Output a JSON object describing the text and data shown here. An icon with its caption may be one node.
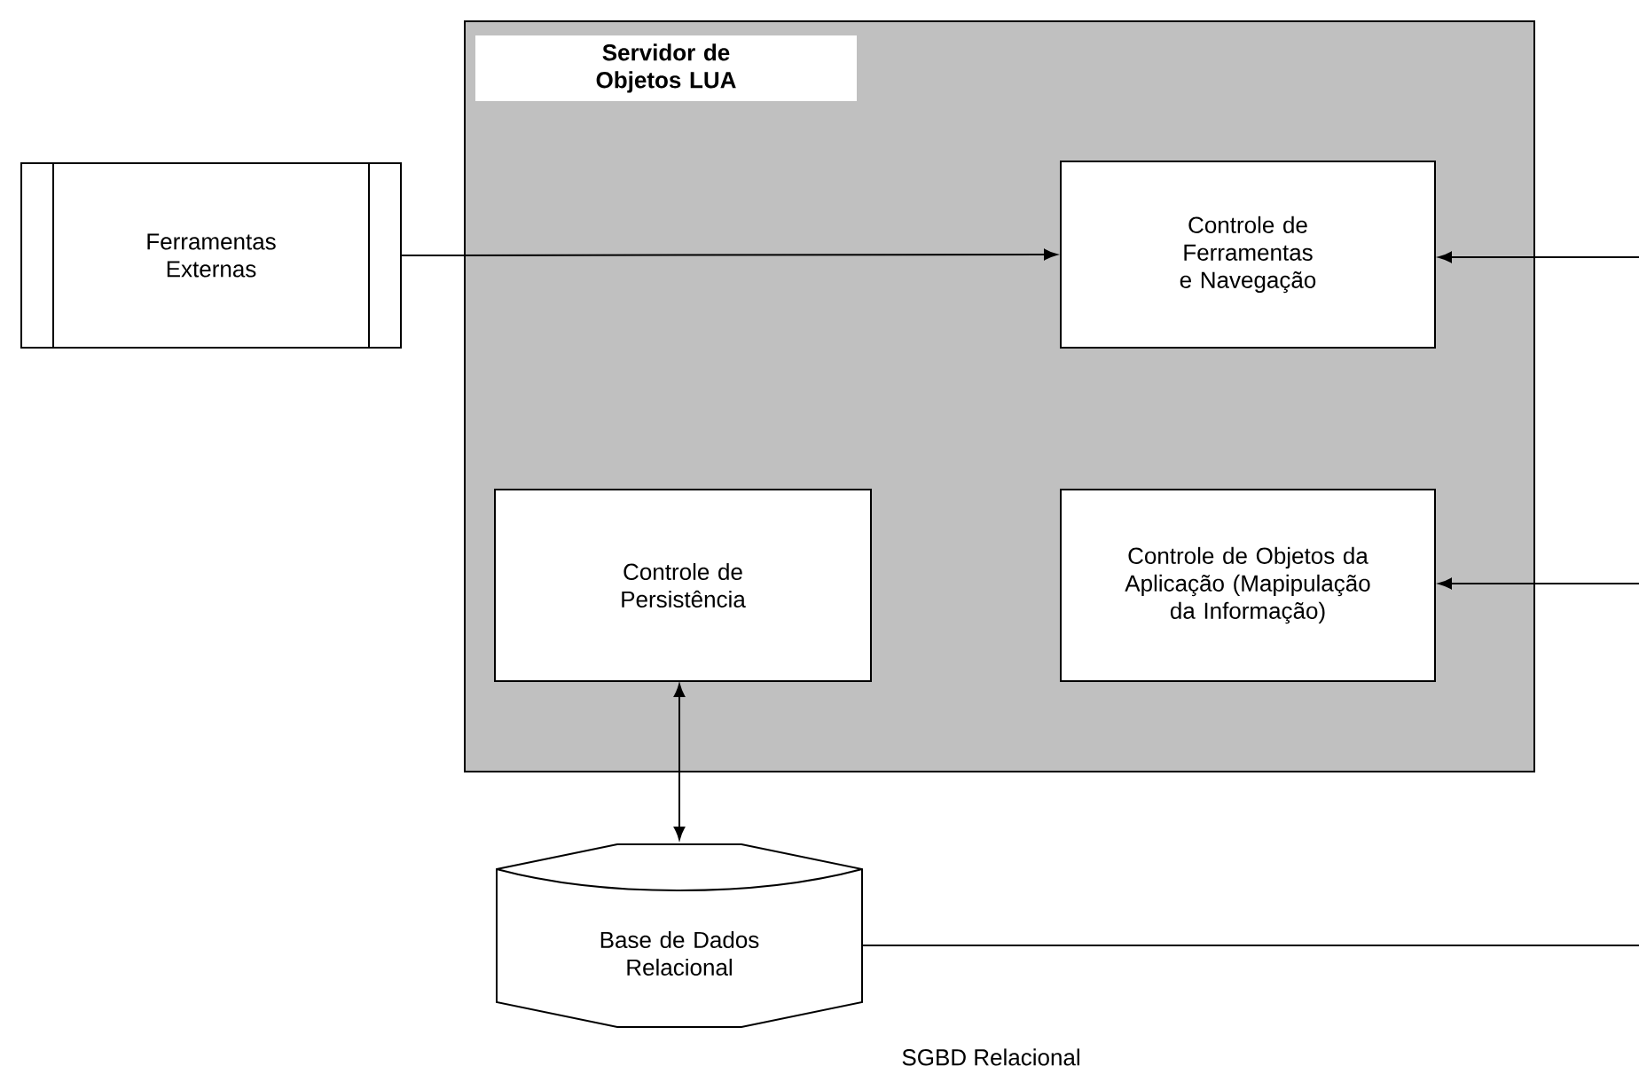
{
  "diagram": {
    "nodes": [
      {
        "text": [
          "Servidor de Objetos LUA"
        ]
      },
      {
        "text": [
          "Ferramentas Externas"
        ]
      },
      {
        "text": [
          "Controle de Ferramentas e Navegação"
        ],
        "in": 0
      },
      {
        "text": [
          "Controle de Persistência"
        ],
        "in": 0
      },
      {
        "text": [
          "Controle de Objetos da Aplicação (Mapipulação da Informação)"
        ],
        "in": 0
      },
      {
        "text": [
          "Base de Dados Relacional"
        ],
        "beside": [
          "SGBD Relacional"
        ]
      }
    ],
    "edges": [
      {
        "from": 1,
        "to": 2,
        "arrow": "to"
      },
      {
        "from": null,
        "to": 2,
        "arrow": "to"
      },
      {
        "from": null,
        "to": 4,
        "arrow": "to"
      },
      {
        "from": 3,
        "to": 5,
        "arrow": "both"
      },
      {
        "from": 5,
        "to": null,
        "arrow": "none"
      }
    ]
  }
}
